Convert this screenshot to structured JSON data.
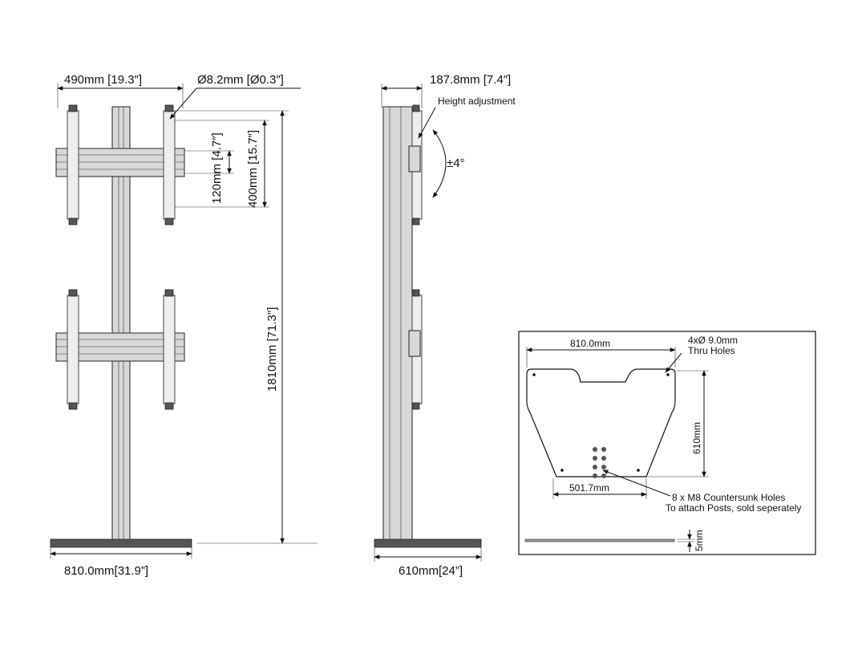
{
  "front_view": {
    "width_top": "490mm [19.3″]",
    "hole_diameter": "Ø8.2mm [Ø0.3″]",
    "height_120": "120mm [4.7″]",
    "height_400": "400mm [15.7″]",
    "total_height": "1810mm [71.3″]",
    "base_width": "810.0mm[31.9”]"
  },
  "side_view": {
    "depth_top": "187.8mm [7.4″]",
    "height_adjustment": "Height adjustment",
    "tilt": "±4°",
    "base_depth": "610mm[24”]"
  },
  "base_plate": {
    "width": "810.0mm",
    "holes_top": "4xØ 9.0mm",
    "holes_thru": "Thru Holes",
    "depth": "610mm",
    "bottom_width": "501.7mm",
    "countersunk_line1": "8 x M8 Countersunk Holes",
    "countersunk_line2": "To attach Posts, sold seperately",
    "thickness": "5mm"
  },
  "colors": {
    "line": "#111111",
    "metal": "#d8d8d8",
    "dark": "#555555"
  }
}
